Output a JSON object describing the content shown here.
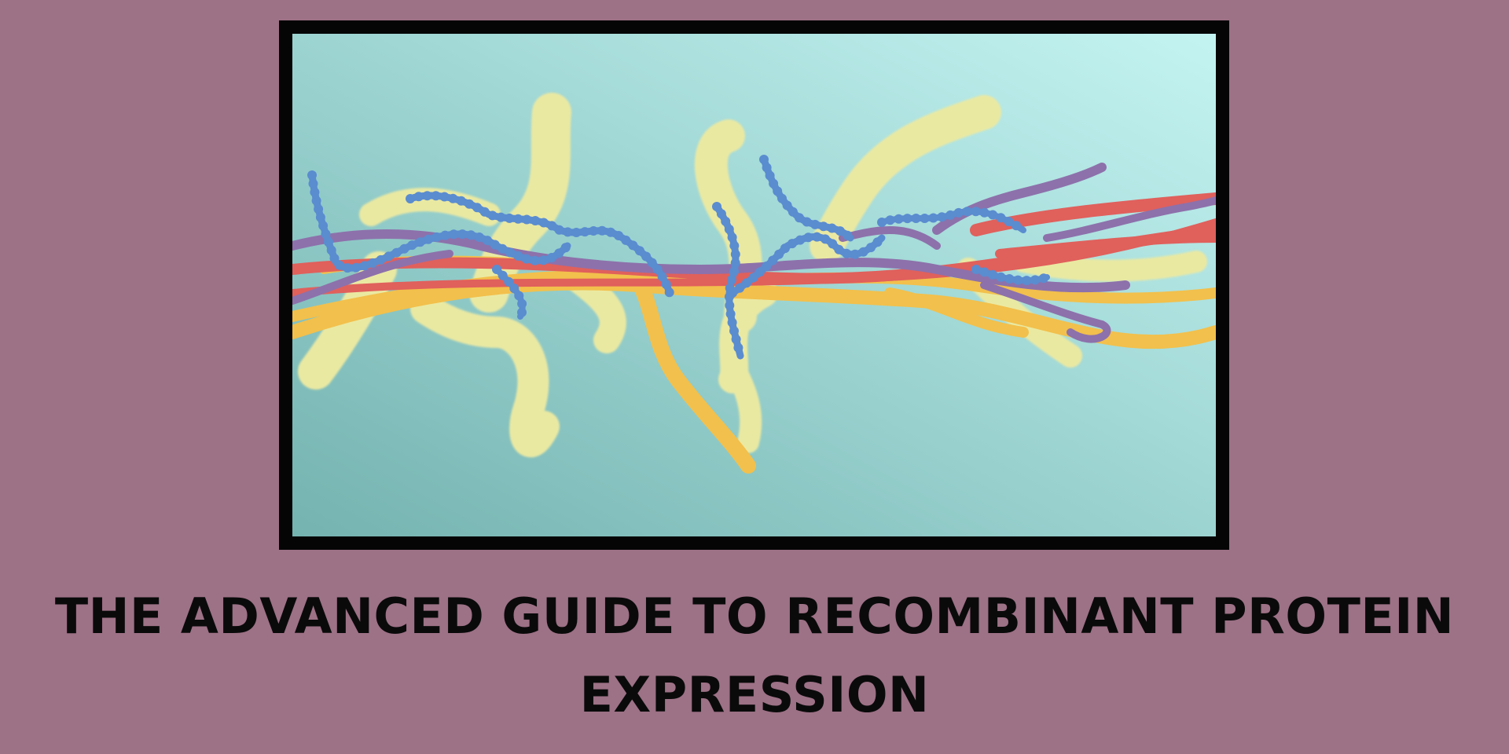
{
  "colors": {
    "background": "#9d7186",
    "frame": "#050505",
    "title_text": "#0a0a0a",
    "scene_light": "#c4f4f2",
    "scene_dark": "#74b3b0",
    "strand_pale": "#eae9a2",
    "strand_gold": "#f2c04c",
    "strand_red": "#e0605c",
    "strand_purple": "#8d71ab",
    "strand_blue": "#5a8cd0"
  },
  "illustration": {
    "subject": "protein strands molecular illustration"
  },
  "title": {
    "line1": "THE ADVANCED GUIDE TO RECOMBINANT PROTEIN",
    "line2": "EXPRESSION"
  }
}
